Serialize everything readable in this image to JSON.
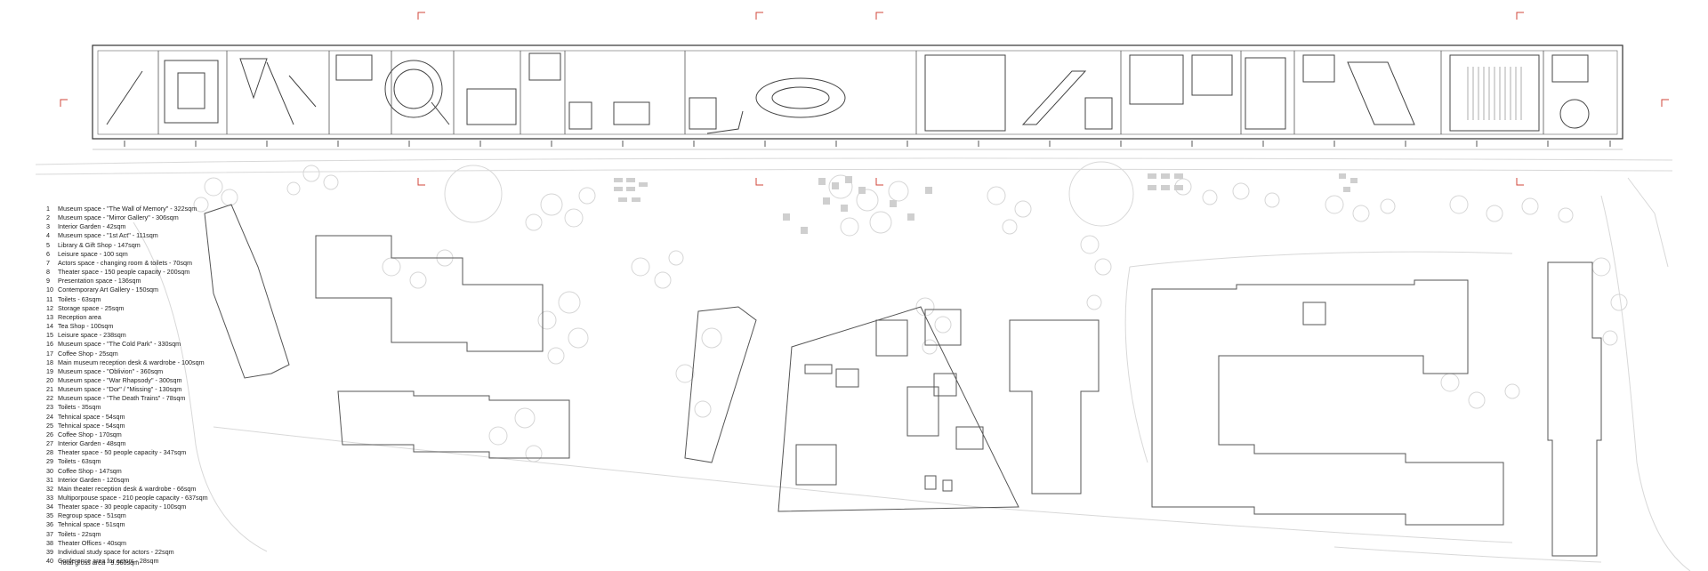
{
  "legend": {
    "items": [
      {
        "num": "1",
        "text": "Museum space - \"The Wall of Memory\" - 322sqm"
      },
      {
        "num": "2",
        "text": "Museum space - \"Mirror Gallery\" - 306sqm"
      },
      {
        "num": "3",
        "text": "Interior Garden - 42sqm"
      },
      {
        "num": "4",
        "text": "Museum space - \"1st Act\" - 111sqm"
      },
      {
        "num": "5",
        "text": "Library & Gift Shop - 147sqm"
      },
      {
        "num": "6",
        "text": "Leisure space - 100 sqm"
      },
      {
        "num": "7",
        "text": "Actors space - changing room & toilets - 70sqm"
      },
      {
        "num": "8",
        "text": "Theater space - 150 people capacity - 200sqm"
      },
      {
        "num": "9",
        "text": "Presentation space - 136sqm"
      },
      {
        "num": "10",
        "text": "Contemporary Art Gallery - 150sqm"
      },
      {
        "num": "11",
        "text": "Toilets - 63sqm"
      },
      {
        "num": "12",
        "text": "Storage space - 25sqm"
      },
      {
        "num": "13",
        "text": "Reception area"
      },
      {
        "num": "14",
        "text": "Tea Shop - 100sqm"
      },
      {
        "num": "15",
        "text": "Leisure space - 238sqm"
      },
      {
        "num": "16",
        "text": "Museum space - \"The Cold Park\" - 330sqm"
      },
      {
        "num": "17",
        "text": "Coffee Shop - 25sqm"
      },
      {
        "num": "18",
        "text": "Main museum reception desk & wardrobe - 100sqm"
      },
      {
        "num": "19",
        "text": "Museum space - \"Oblivion\" - 360sqm"
      },
      {
        "num": "20",
        "text": "Museum space - \"War Rhapsody\" - 300sqm"
      },
      {
        "num": "21",
        "text": "Museum space - \"Dor\" / \"Missing\" - 130sqm"
      },
      {
        "num": "22",
        "text": "Museum space - \"The Death Trains\" - 78sqm"
      },
      {
        "num": "23",
        "text": "Toilets - 35sqm"
      },
      {
        "num": "24",
        "text": "Tehnical space - 54sqm"
      },
      {
        "num": "25",
        "text": "Tehnical space - 54sqm"
      },
      {
        "num": "26",
        "text": "Coffee Shop - 170sqm"
      },
      {
        "num": "27",
        "text": "Interior Garden - 48sqm"
      },
      {
        "num": "28",
        "text": "Theater space - 50 people capacity - 347sqm"
      },
      {
        "num": "29",
        "text": "Toilets - 63sqm"
      },
      {
        "num": "30",
        "text": "Coffee Shop - 147sqm"
      },
      {
        "num": "31",
        "text": "Interior Garden - 120sqm"
      },
      {
        "num": "32",
        "text": "Main theater reception desk & wardrobe - 66sqm"
      },
      {
        "num": "33",
        "text": "Multiporpouse space - 210 people capacity - 637sqm"
      },
      {
        "num": "34",
        "text": "Theater space - 30 people capacity - 100sqm"
      },
      {
        "num": "35",
        "text": "Regroup space - 51sqm"
      },
      {
        "num": "36",
        "text": "Tehnical space - 51sqm"
      },
      {
        "num": "37",
        "text": "Toilets - 22sqm"
      },
      {
        "num": "38",
        "text": "Theater Offices - 40sqm"
      },
      {
        "num": "39",
        "text": "Individual study space for actors - 22sqm"
      },
      {
        "num": "40",
        "text": "Conference area for actors - 28sqm"
      }
    ],
    "total": "Total gross area - 9.960sqm"
  },
  "colors": {
    "line": "#333333",
    "faint": "#cfcfcf",
    "tree": "#d9d9d9",
    "section_mark": "#d0453a",
    "gray_fill": "#bdbdbd"
  }
}
